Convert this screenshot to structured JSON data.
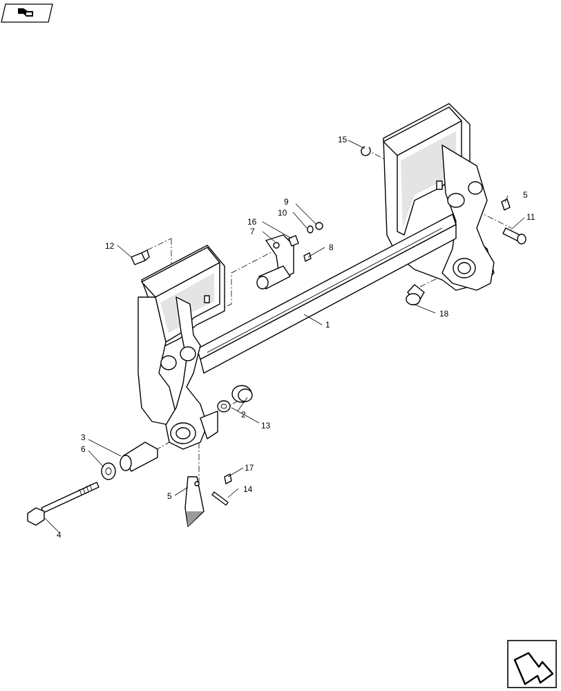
{
  "corner_icons": {
    "top_left": "previous-page-icon",
    "bottom_right": "next-page-icon"
  },
  "callouts": [
    {
      "id": "c1",
      "label": "1"
    },
    {
      "id": "c2",
      "label": "2"
    },
    {
      "id": "c3",
      "label": "3"
    },
    {
      "id": "c4",
      "label": "4"
    },
    {
      "id": "c5a",
      "label": "5"
    },
    {
      "id": "c5b",
      "label": "5"
    },
    {
      "id": "c6",
      "label": "6"
    },
    {
      "id": "c7",
      "label": "7"
    },
    {
      "id": "c8",
      "label": "8"
    },
    {
      "id": "c9",
      "label": "9"
    },
    {
      "id": "c10",
      "label": "10"
    },
    {
      "id": "c11",
      "label": "11"
    },
    {
      "id": "c12",
      "label": "12"
    },
    {
      "id": "c13",
      "label": "13"
    },
    {
      "id": "c14",
      "label": "14"
    },
    {
      "id": "c15",
      "label": "15"
    },
    {
      "id": "c16",
      "label": "16"
    },
    {
      "id": "c17",
      "label": "17"
    },
    {
      "id": "c18",
      "label": "18"
    }
  ]
}
